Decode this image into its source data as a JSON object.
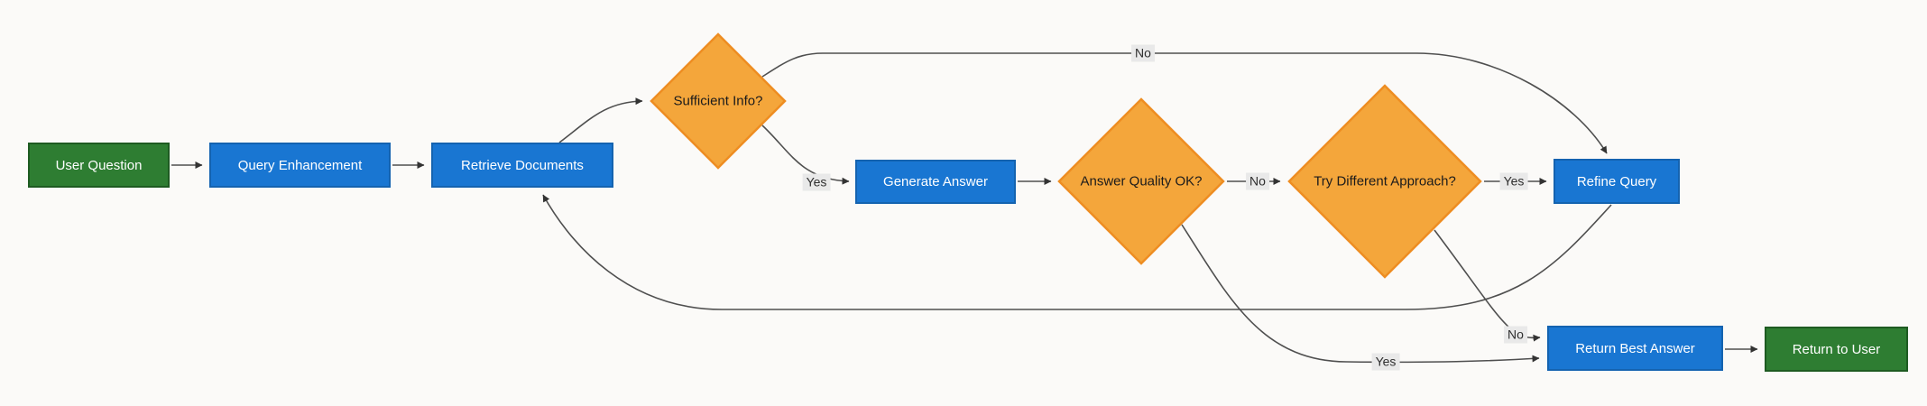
{
  "diagram": {
    "type": "flowchart",
    "nodes": {
      "user_question": {
        "label": "User Question",
        "shape": "rect",
        "role": "terminal"
      },
      "query_enhancement": {
        "label": "Query Enhancement",
        "shape": "rect",
        "role": "process"
      },
      "retrieve_documents": {
        "label": "Retrieve Documents",
        "shape": "rect",
        "role": "process"
      },
      "sufficient_info": {
        "label": "Sufficient Info?",
        "shape": "diamond",
        "role": "decision"
      },
      "generate_answer": {
        "label": "Generate Answer",
        "shape": "rect",
        "role": "process"
      },
      "answer_quality": {
        "label": "Answer Quality OK?",
        "shape": "diamond",
        "role": "decision"
      },
      "try_different": {
        "label": "Try Different Approach?",
        "shape": "diamond",
        "role": "decision"
      },
      "refine_query": {
        "label": "Refine Query",
        "shape": "rect",
        "role": "process"
      },
      "return_best_answer": {
        "label": "Return Best Answer",
        "shape": "rect",
        "role": "process"
      },
      "return_to_user": {
        "label": "Return to User",
        "shape": "rect",
        "role": "terminal"
      }
    },
    "edge_labels": {
      "sufficient_no_to_refine": "No",
      "sufficient_yes_to_generate": "Yes",
      "quality_no_to_try": "No",
      "try_yes_to_refine": "Yes",
      "try_no_to_return": "No",
      "quality_yes_to_return": "Yes"
    },
    "edges": [
      {
        "from": "user_question",
        "to": "query_enhancement",
        "label": ""
      },
      {
        "from": "query_enhancement",
        "to": "retrieve_documents",
        "label": ""
      },
      {
        "from": "retrieve_documents",
        "to": "sufficient_info",
        "label": ""
      },
      {
        "from": "sufficient_info",
        "to": "refine_query",
        "label": "No"
      },
      {
        "from": "sufficient_info",
        "to": "generate_answer",
        "label": "Yes"
      },
      {
        "from": "generate_answer",
        "to": "answer_quality",
        "label": ""
      },
      {
        "from": "answer_quality",
        "to": "try_different",
        "label": "No"
      },
      {
        "from": "try_different",
        "to": "refine_query",
        "label": "Yes"
      },
      {
        "from": "try_different",
        "to": "return_best_answer",
        "label": "No"
      },
      {
        "from": "answer_quality",
        "to": "return_best_answer",
        "label": "Yes"
      },
      {
        "from": "refine_query",
        "to": "retrieve_documents",
        "label": ""
      },
      {
        "from": "return_best_answer",
        "to": "return_to_user",
        "label": ""
      }
    ],
    "colors": {
      "process_fill": "#1976D2",
      "process_border": "#1463B0",
      "terminal_fill": "#2E7D32",
      "terminal_border": "#1E5B22",
      "decision_fill": "#F4A63B",
      "decision_border": "#EE8D22",
      "edge_line": "#4F4F4F",
      "edge_label_bg": "#E9E9E9",
      "node_text_light": "#FFFFFF",
      "node_text_dark": "#1B1B1B",
      "background": "#FBFAF8"
    }
  }
}
